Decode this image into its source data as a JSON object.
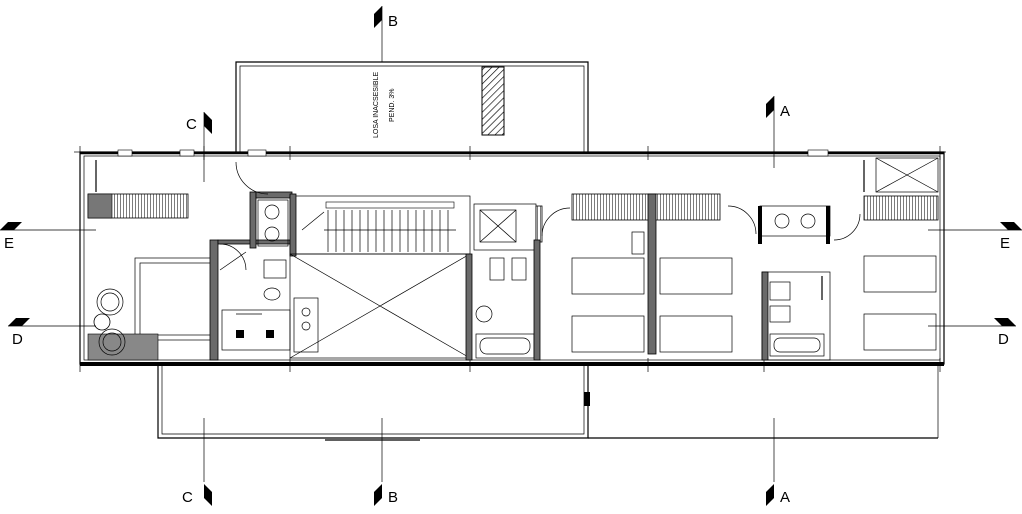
{
  "sections": {
    "a_top": "A",
    "a_bottom": "A",
    "b_top": "B",
    "b_bottom": "B",
    "c_top": "C",
    "c_bottom": "C",
    "d_left": "D",
    "d_right": "D",
    "e_left": "E",
    "e_right": "E"
  },
  "annotations": {
    "roof_line1": "LOSA INACSESIBLE",
    "roof_line2": "PEND. 3%"
  }
}
